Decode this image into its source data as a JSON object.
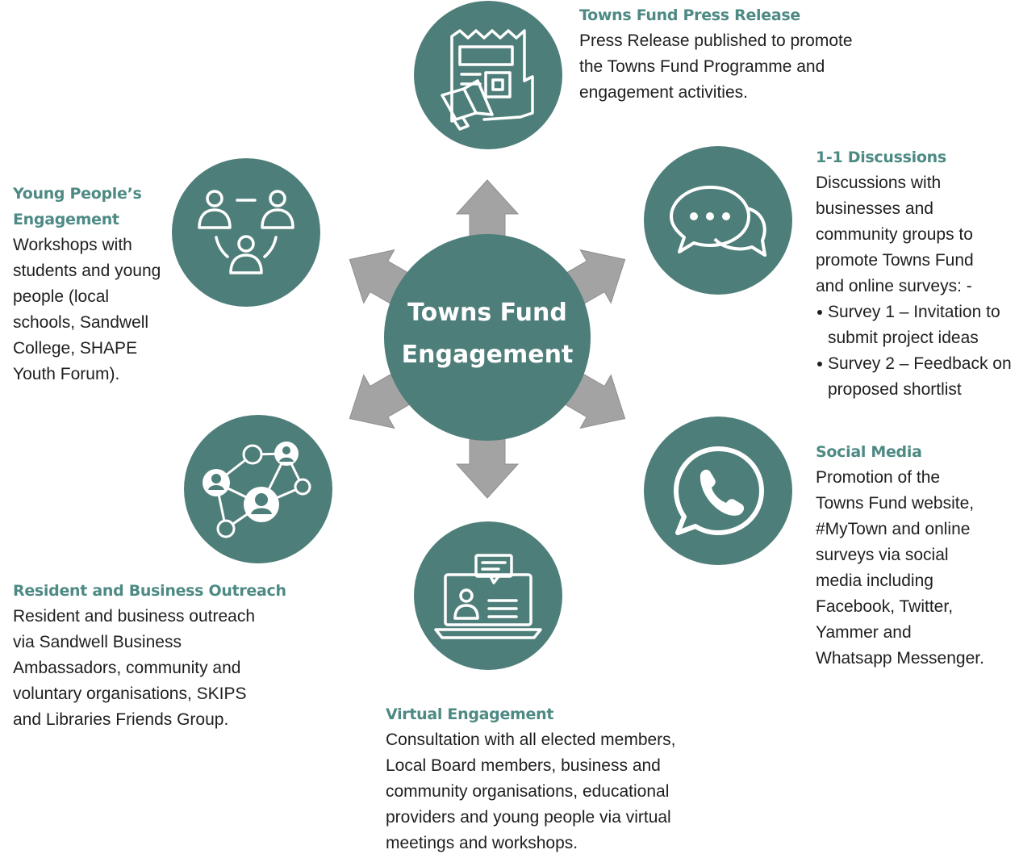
{
  "colors": {
    "circle_fill": "#4e7e79",
    "heading": "#4e8a84",
    "arrow_fill": "#a3a3a3",
    "body_text": "#1f1f1f"
  },
  "center": {
    "title_line1": "Towns Fund",
    "title_line2": "Engagement"
  },
  "nodes": {
    "press": {
      "icon": "newspaper-megaphone-icon",
      "title": "Towns Fund Press Release",
      "lines": [
        "Press Release published to promote",
        "the Towns Fund Programme and",
        "engagement activities."
      ]
    },
    "discussions": {
      "icon": "speech-bubbles-icon",
      "title": "1-1 Discussions",
      "lines": [
        "Discussions with",
        "businesses and",
        "community groups to",
        "promote Towns Fund",
        "and online surveys: -"
      ],
      "bullets": [
        [
          "Survey 1 – Invitation to",
          "submit project ideas"
        ],
        [
          "Survey 2 – Feedback on",
          "proposed shortlist"
        ]
      ]
    },
    "social": {
      "icon": "whatsapp-phone-icon",
      "title": "Social Media",
      "lines": [
        "Promotion of the",
        "Towns Fund website,",
        "#MyTown and online",
        "surveys via social",
        "media including",
        "Facebook, Twitter,",
        "Yammer and",
        "Whatsapp Messenger."
      ]
    },
    "virtual": {
      "icon": "laptop-video-call-icon",
      "title": "Virtual Engagement",
      "lines": [
        "Consultation with all elected members,",
        "Local Board members, business and",
        "community organisations, educational",
        "providers and young people via virtual",
        "meetings and workshops."
      ]
    },
    "resident": {
      "icon": "people-network-icon",
      "title": "Resident and Business Outreach",
      "lines": [
        "Resident and business outreach",
        "via Sandwell Business",
        "Ambassadors, community and",
        "voluntary organisations, SKIPS",
        "and Libraries Friends Group."
      ]
    },
    "young": {
      "icon": "group-people-icon",
      "title_lines": [
        "Young People’s",
        "Engagement"
      ],
      "lines": [
        "Workshops with",
        "students and young",
        "people (local",
        "schools, Sandwell",
        "College, SHAPE",
        "Youth Forum)."
      ]
    }
  }
}
